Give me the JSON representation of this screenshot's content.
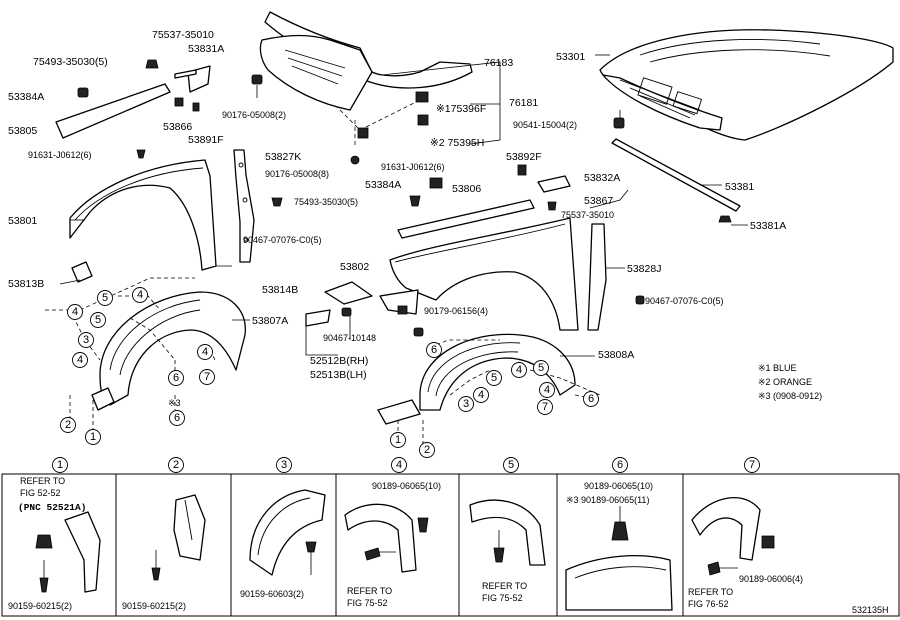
{
  "parts": {
    "p75537_top": "75537-35010",
    "p53831A": "53831A",
    "p75493_top": "75493-35030(5)",
    "p53384A_l": "53384A",
    "p53805": "53805",
    "p53866": "53866",
    "p53891F": "53891F",
    "p91631_l": "91631-J0612(6)",
    "p90176_top": "90176-05008(2)",
    "p76183": "76183",
    "p76181": "76181",
    "p175396F": "※175396F",
    "p75395H": "※2 75395H",
    "p53301": "53301",
    "p90541": "90541-15004(2)",
    "p53827K": "53827K",
    "p90176_mid": "90176-05008(8)",
    "p53801": "53801",
    "p75493_mid": "75493-35030(5)",
    "p90467_mid": "90467-07076-C0(5)",
    "p91631_m": "91631-J0612(6)",
    "p53384A_m": "53384A",
    "p53892F": "53892F",
    "p53806": "53806",
    "p53832A": "53832A",
    "p53381": "53381",
    "p53867": "53867",
    "p75537_mid": "75537-35010",
    "p53381A": "53381A",
    "p53802": "53802",
    "p53828J": "53828J",
    "p53813B": "53813B",
    "p53814B": "53814B",
    "p53807A": "53807A",
    "p90179": "90179-06156(4)",
    "p90467_r": "90467-07076-C0(5)",
    "p90467_10148": "90467-10148",
    "p52512B": "52512B(RH)",
    "p52513B": "52513B(LH)",
    "p53808A": "53808A",
    "note3": "※3"
  },
  "legend": {
    "l1": "※1 BLUE",
    "l2": "※2 ORANGE",
    "l3": "※3 (0908-0912)"
  },
  "callouts": [
    "1",
    "2",
    "3",
    "4",
    "5",
    "6",
    "7"
  ],
  "panels": [
    {
      "num": "1",
      "lines": [
        "REFER TO",
        "FIG 52-52"
      ],
      "pnc": "(PNC 52521A)",
      "part": "90159-60215(2)"
    },
    {
      "num": "2",
      "part": "90159-60215(2)"
    },
    {
      "num": "3",
      "part": "90159-60603(2)"
    },
    {
      "num": "4",
      "top": "90189-06065(10)",
      "lines": [
        "REFER TO",
        "FIG 75-52"
      ]
    },
    {
      "num": "5",
      "lines": [
        "REFER TO",
        "FIG 75-52"
      ]
    },
    {
      "num": "6",
      "top": "90189-06065(10)",
      "top2": "※3 90189-06065(11)"
    },
    {
      "num": "7",
      "lines": [
        "REFER TO",
        "FIG 76-52"
      ],
      "part": "90189-06006(4)"
    }
  ],
  "diagram_id": "532135H"
}
